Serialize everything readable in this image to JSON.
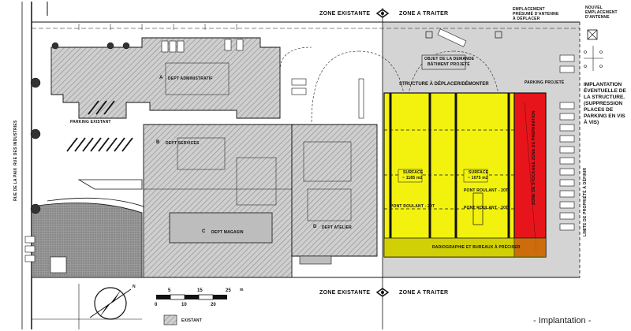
{
  "plan": {
    "zone_labels": {
      "existing_top": "ZONE EXISTANTE",
      "treat_top": "ZONE A TRAITER",
      "existing_bottom": "ZONE EXISTANTE",
      "treat_bottom": "ZONE A TRAITER"
    },
    "departments": {
      "a_letter": "A",
      "a_name": "DEPT ADMINISTRATIF",
      "b_letter": "B",
      "b_name": "DEPT SERVICES",
      "c_letter": "C",
      "c_name": "DEPT MAGASIN",
      "d_letter": "D",
      "d_name": "DEPT ATELIER"
    },
    "labels": {
      "parking_existant": "PARKING EXISTANT",
      "parking_projete": "PARKING PROJETÉ",
      "objet_1": "OBJET DE LA DEMANDE",
      "objet_2": "BÂTIMENT PROJETÉ",
      "structure": "STRUCTURE À DÉPLACER/DÉMONTER",
      "emplacement_1": "EMPLACEMENT",
      "emplacement_2": "PRÉSUMÉ D'ANTENNE",
      "emplacement_3": "À DÉPLACER",
      "nouvel_1": "NOUVEL",
      "nouvel_2": "EMPLACEMENT",
      "nouvel_3": "D'ANTENNE",
      "surface_1a": "SURFACE",
      "surface_1b": "~ 1185 m2",
      "surface_2a": "SURFACE",
      "surface_2b": "~ 1075 m2",
      "plancher_1": "PONT ROULANT - 20T",
      "plancher_2": "PONT ROULANT - 20T",
      "plancher_3": "PONT ROULANT - 20T",
      "radiographie": "RADIOGRAPHIE ET BUREAUX À PRÉCISER",
      "zone_etendue": "ZONE DE STOCKAGE ZONE DE PRÉPARATION",
      "limite": "LIMITE DE PROPRIÉTÉ À DÉFINIR",
      "rue_left": "RUE DES INDUSTRIES",
      "rue_left2": "RUE DE LA PAIX",
      "implantation_note": "IMPLANTATION ÉVENTUELLE DE LA STRUCTURE. (SUPPRESSION PLACES DE PARKING EN VIS À VIS)",
      "caption": "- Implantation -",
      "legend_existant": "EXISTANT",
      "north_label": "N"
    },
    "scale_bar": {
      "top_ticks": [
        "5",
        "15",
        "25"
      ],
      "bottom_ticks": [
        "0",
        "10",
        "20"
      ],
      "unit": "m"
    },
    "colors": {
      "new_building": "#f2f20e",
      "red_zone": "#e8141c",
      "treated_zone": "#d4d4d4",
      "hatch": "#8a8a8a",
      "ink": "#111111"
    }
  }
}
